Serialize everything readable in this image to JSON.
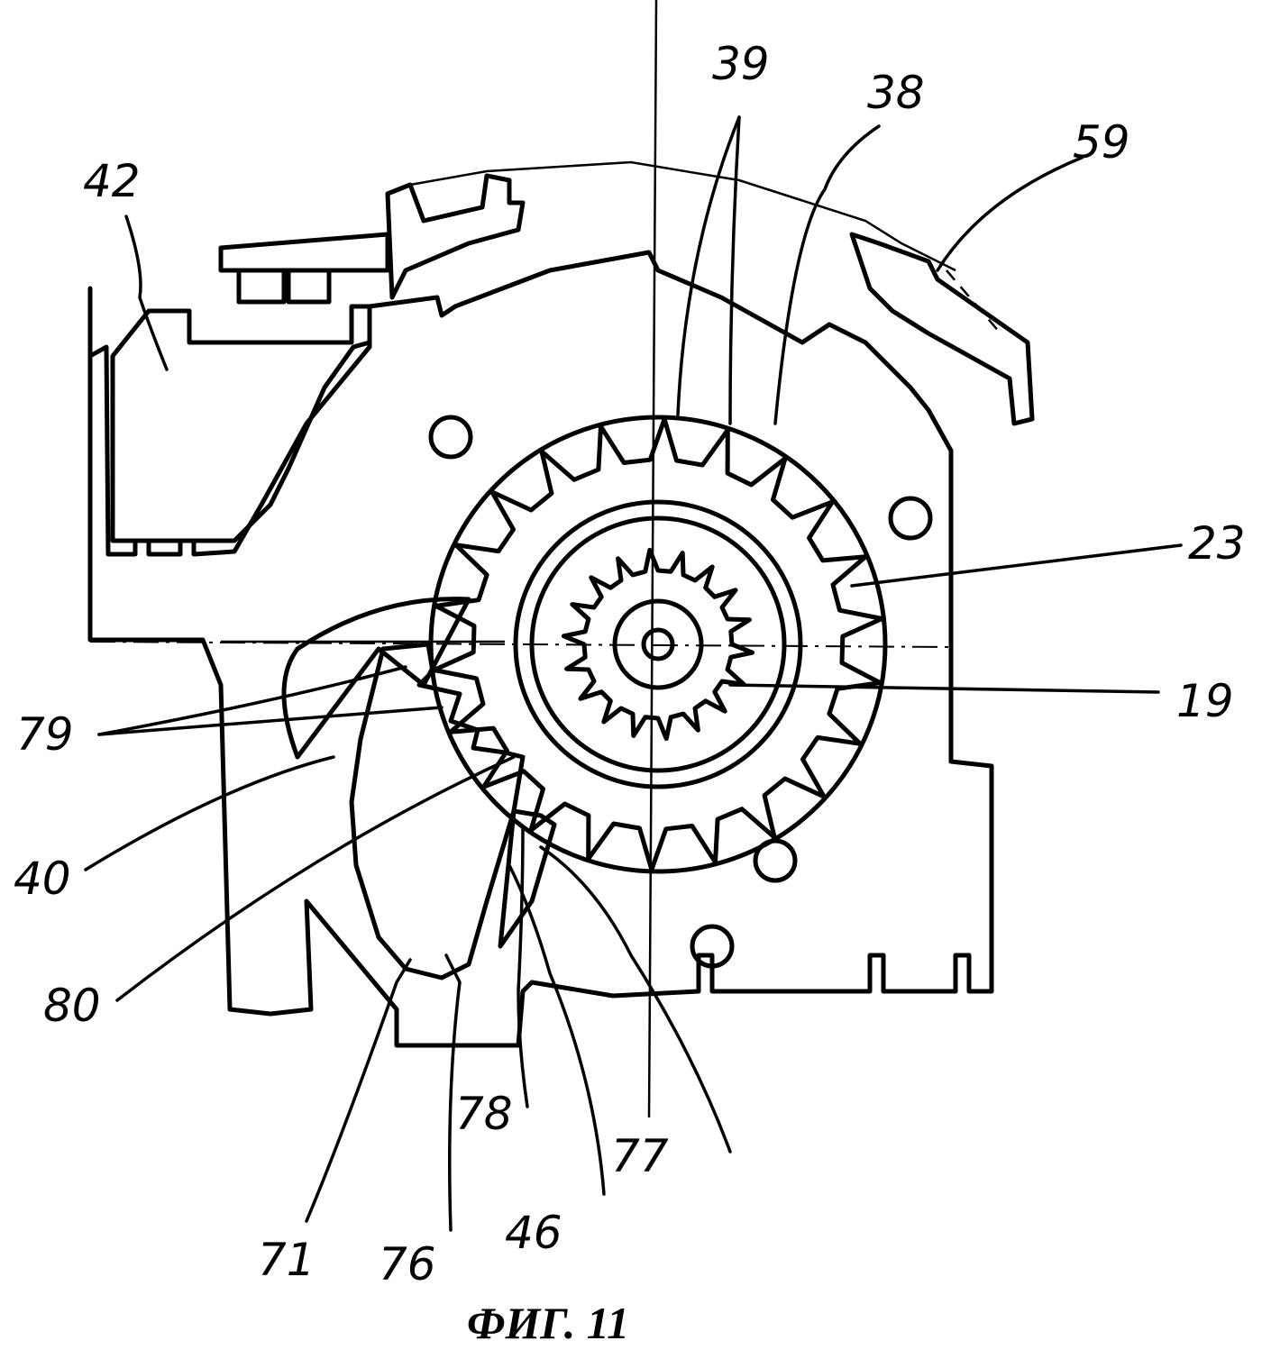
{
  "figure": {
    "caption": "ФИГ. 11",
    "type": "patent mechanical cross-section drawing",
    "subject": "gear mechanism in housing with pawl/locking element"
  },
  "colors": {
    "ink": "#000000",
    "paper": "#ffffff"
  },
  "reference_labels": [
    {
      "id": "42",
      "text": "42"
    },
    {
      "id": "39",
      "text": "39"
    },
    {
      "id": "38",
      "text": "38"
    },
    {
      "id": "59",
      "text": "59"
    },
    {
      "id": "23",
      "text": "23"
    },
    {
      "id": "19",
      "text": "19"
    },
    {
      "id": "79",
      "text": "79"
    },
    {
      "id": "40",
      "text": "40"
    },
    {
      "id": "80",
      "text": "80"
    },
    {
      "id": "71",
      "text": "71"
    },
    {
      "id": "76",
      "text": "76"
    },
    {
      "id": "78",
      "text": "78"
    },
    {
      "id": "46",
      "text": "46"
    },
    {
      "id": "77",
      "text": "77"
    }
  ]
}
